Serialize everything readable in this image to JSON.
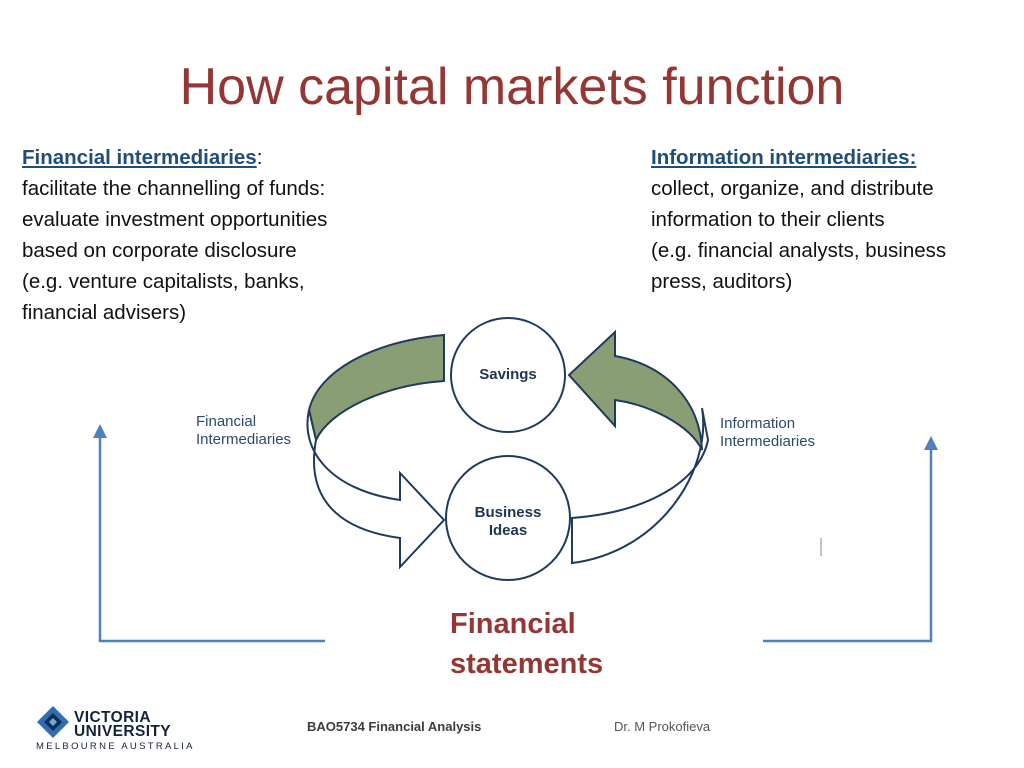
{
  "slide": {
    "title": "How capital markets function"
  },
  "left_block": {
    "heading": "Financial intermediaries",
    "heading_suffix": ":",
    "lines": [
      "facilitate the channelling of funds:",
      "evaluate investment opportunities",
      "based on corporate disclosure",
      "(e.g. venture capitalists, banks,",
      "financial advisers)"
    ]
  },
  "right_block": {
    "heading": "Information intermediaries:",
    "lines": [
      "collect, organize, and distribute",
      "information to their clients",
      "(e.g. financial analysts, business",
      "press, auditors)"
    ]
  },
  "diagram": {
    "savings_label": "Savings",
    "business_ideas_line1": "Business",
    "business_ideas_line2": "Ideas",
    "left_label_line1": "Financial",
    "left_label_line2": "Intermediaries",
    "right_label_line1": "Information",
    "right_label_line2": "Intermediaries",
    "financial_statements_line1": "Financial",
    "financial_statements_line2": "statements",
    "colors": {
      "arrow_fill": "#8a9e76",
      "arrow_stroke": "#1f3a5a",
      "feedback_line": "#4f81bd",
      "title": "#943634"
    }
  },
  "logo": {
    "line1": "VICTORIA",
    "line2": "UNIVERSITY",
    "line3": "MELBOURNE AUSTRALIA"
  },
  "footer": {
    "course": "BAO5734 Financial Analysis",
    "author": "Dr. M Prokofieva"
  }
}
